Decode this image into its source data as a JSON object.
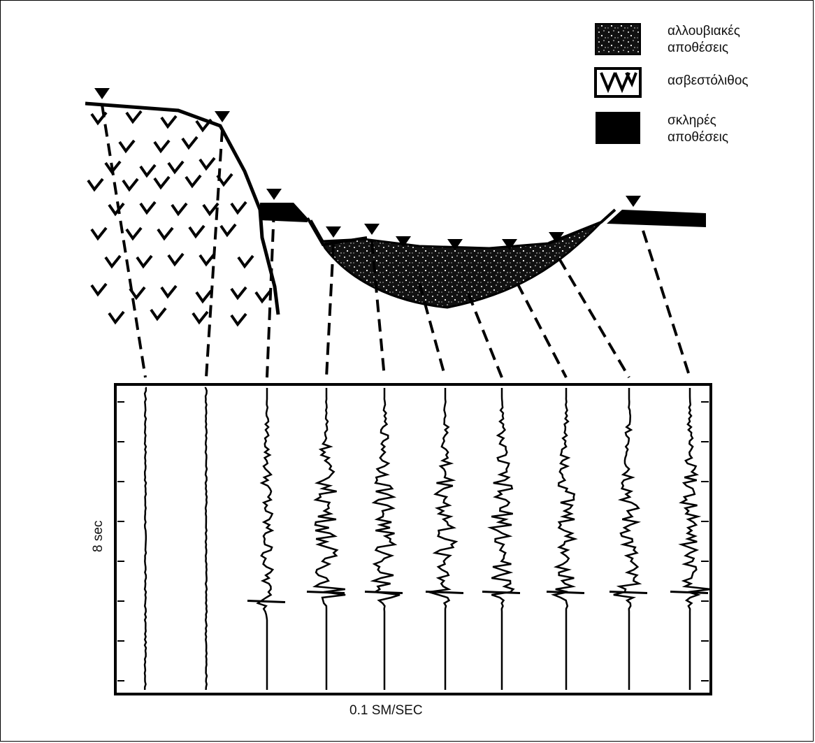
{
  "legend": {
    "items": [
      {
        "label": "αλλουβιακές\nαποθέσεις",
        "pattern": "stipple"
      },
      {
        "label": "ασβεστόλιθος",
        "pattern": "v-hatch"
      },
      {
        "label": "σκληρές\nαποθέσεις",
        "pattern": "solid"
      }
    ]
  },
  "axes": {
    "time_label": "8 sec",
    "amplitude_label": "0.1 SM/SEC"
  },
  "stations": [
    {
      "id": 1,
      "amp": 1,
      "jolt": 0.7
    },
    {
      "id": 2,
      "amp": 1,
      "jolt": 0.68
    },
    {
      "id": 3,
      "amp": 5,
      "jolt": 0.45
    },
    {
      "id": 4,
      "amp": 9,
      "jolt": 0.5
    },
    {
      "id": 5,
      "amp": 9,
      "jolt": 0.5
    },
    {
      "id": 6,
      "amp": 9,
      "jolt": 0.5
    },
    {
      "id": 7,
      "amp": 9,
      "jolt": 0.5
    },
    {
      "id": 8,
      "amp": 8,
      "jolt": 0.55
    },
    {
      "id": 9,
      "amp": 8,
      "jolt": 0.55
    },
    {
      "id": 10,
      "amp": 7,
      "jolt": 0.55
    }
  ],
  "colors": {
    "ink": "#000000",
    "paper": "#ffffff"
  }
}
